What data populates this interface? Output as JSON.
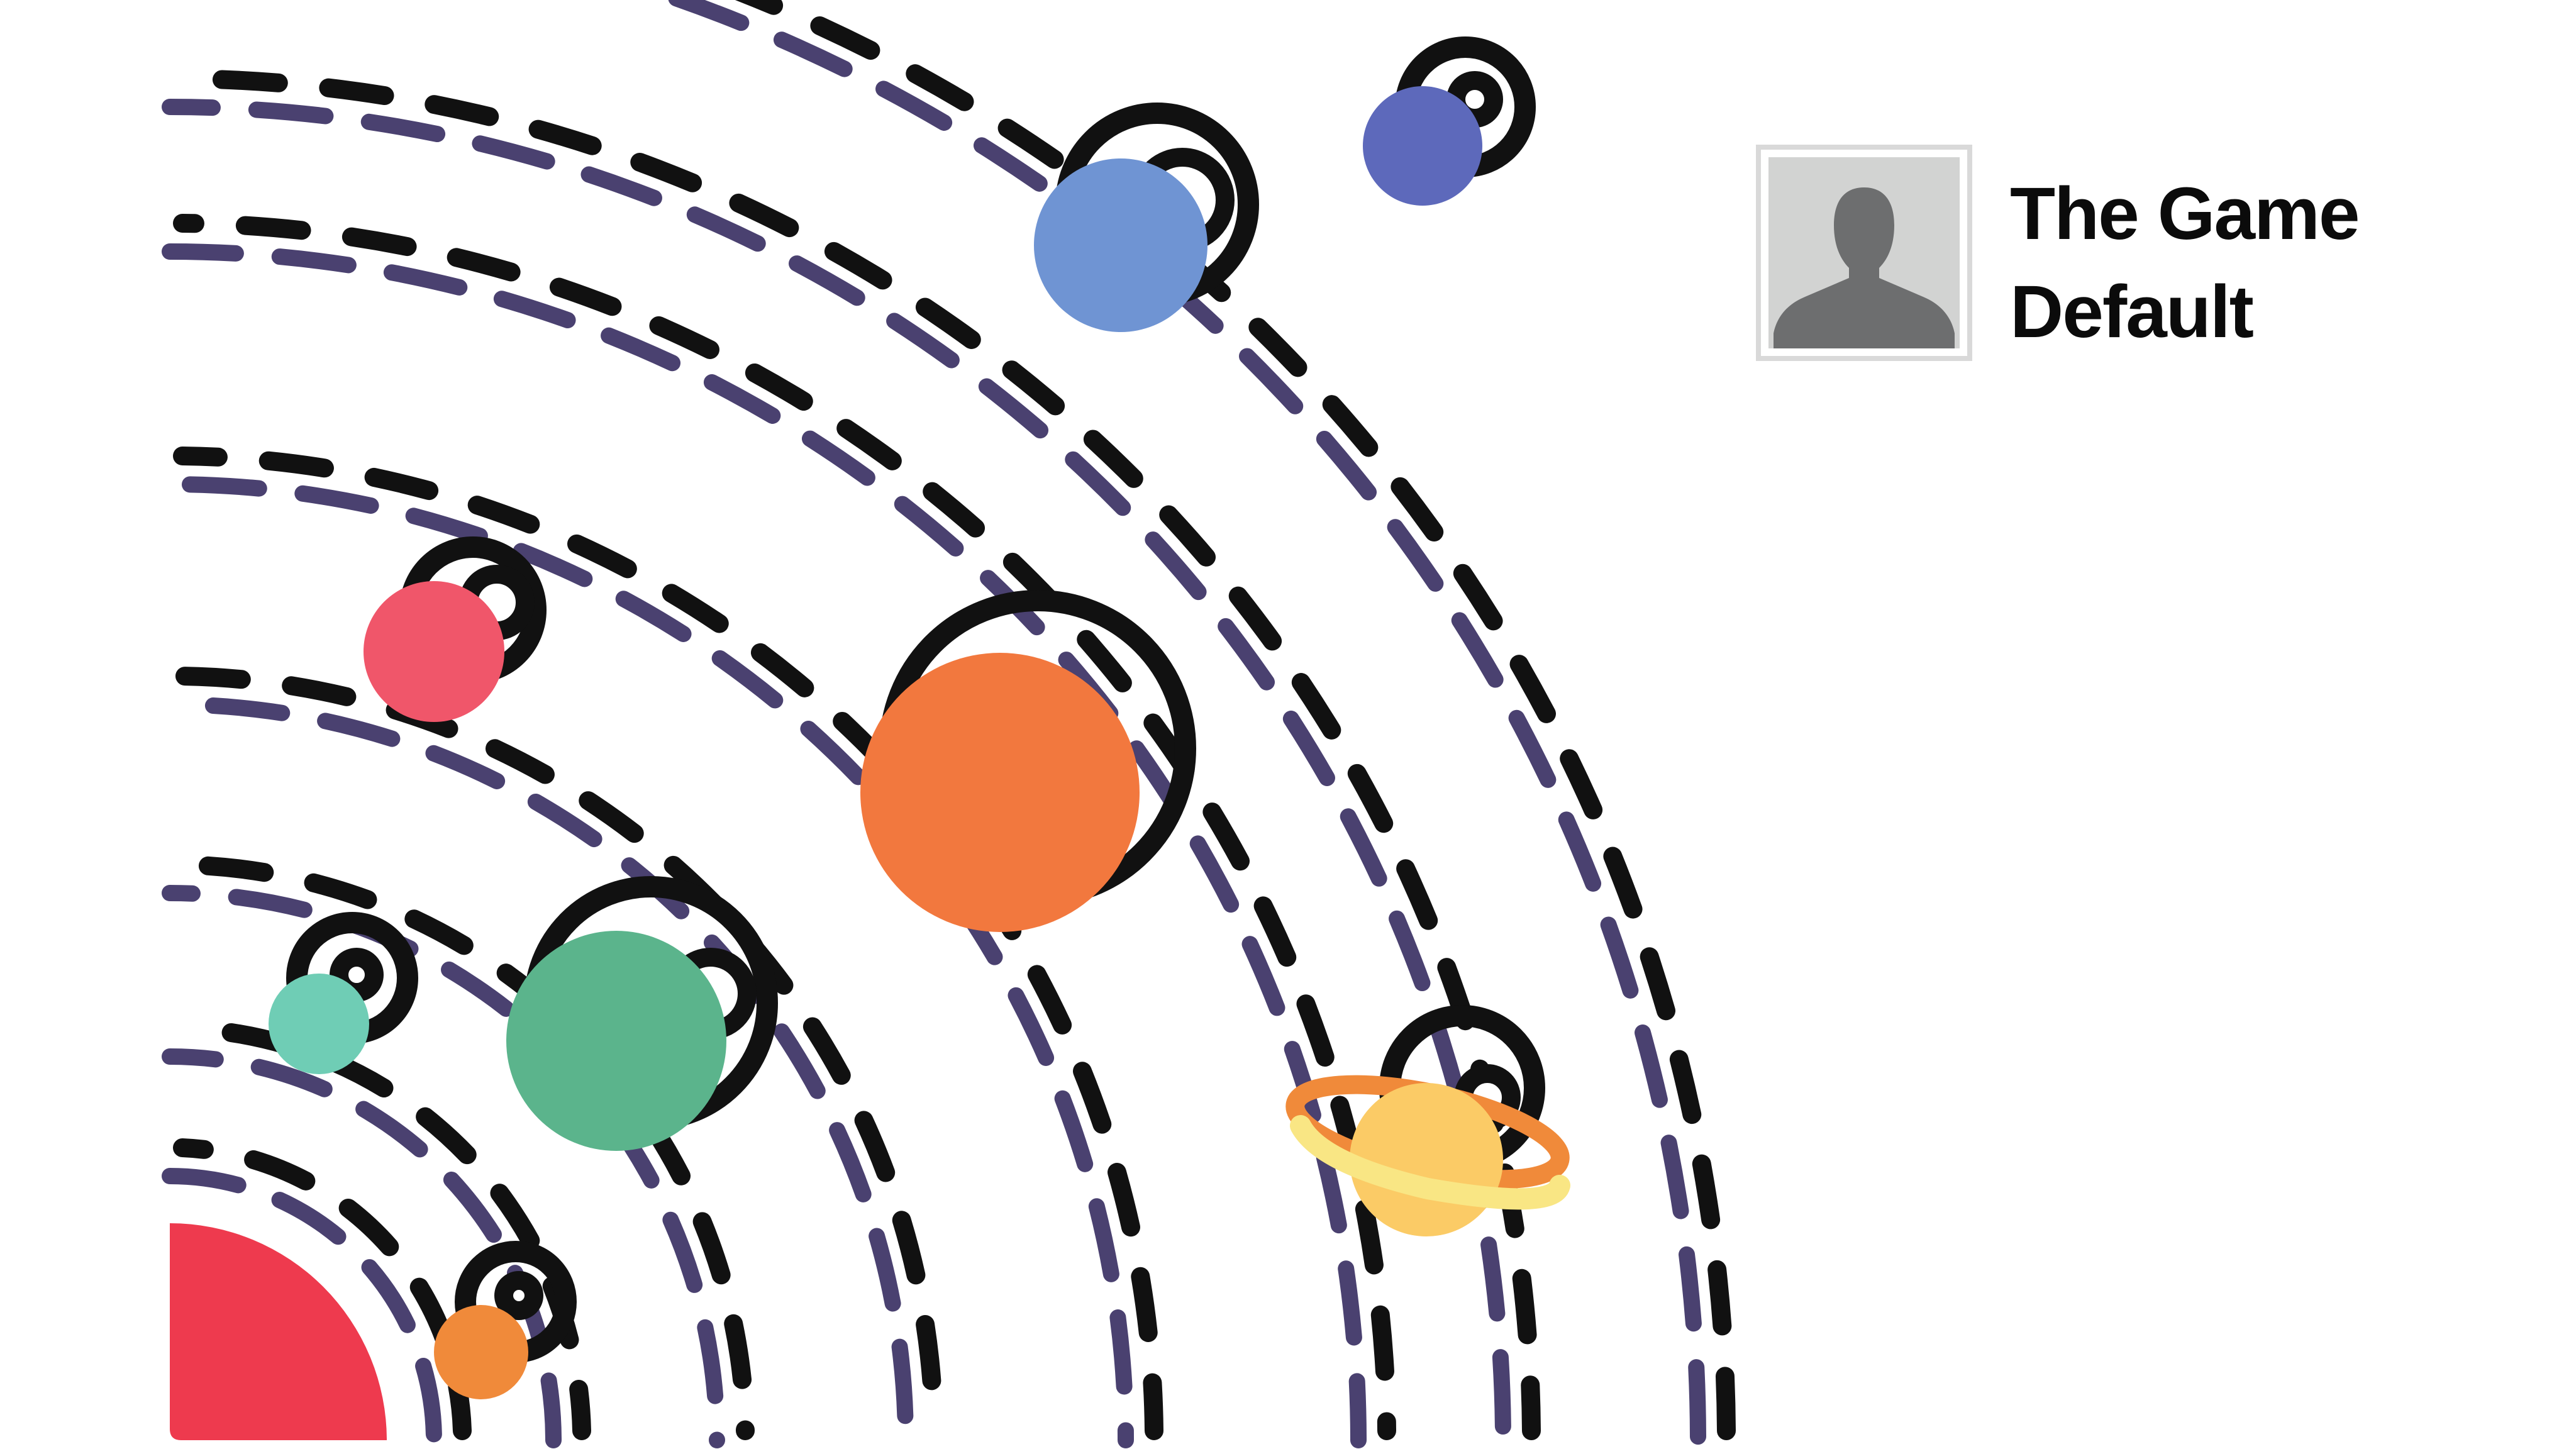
{
  "profile": {
    "name_line1": "The Game",
    "name_line2": "Default",
    "avatar_icon": "default-user-silhouette-icon"
  },
  "artwork": {
    "name": "solar-system-orbits-illustration",
    "planets": [
      "teal-planet",
      "green-planet",
      "orange-planet",
      "red-planet",
      "blue-planet",
      "indigo-planet",
      "small-orange-planet",
      "ringed-yellow-planet"
    ]
  },
  "colors": {
    "background": "#ffffff",
    "orbit_black": "#111111",
    "orbit_purple": "#4a4170",
    "sun": "#ee3a4e",
    "small_orange": "#f08a3a",
    "teal": "#6fcdb5",
    "green": "#5bb48c",
    "orange": "#f2783e",
    "red": "#f0566a",
    "blue": "#6f94d3",
    "indigo": "#5d69bb",
    "ringed_planet": "#fbcb66",
    "ring_light": "#f9e684",
    "ring_orange": "#f08a3a",
    "avatar_bg": "#d2d3d2",
    "avatar_silhouette": "#6d6e6f"
  }
}
